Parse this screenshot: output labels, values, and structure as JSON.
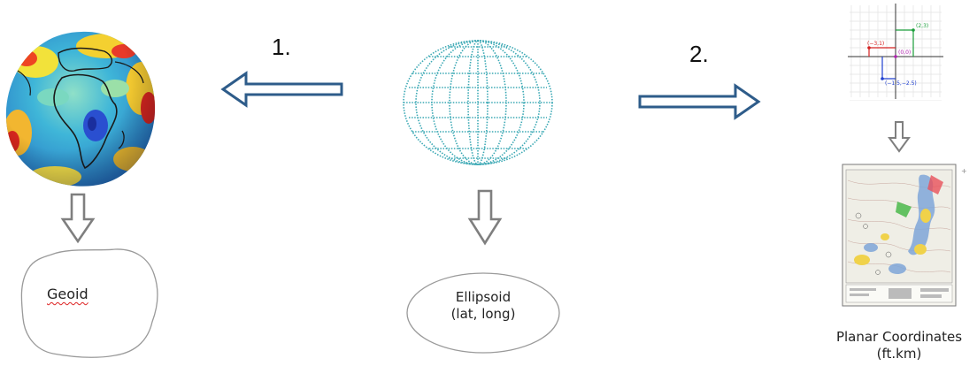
{
  "steps": {
    "step1": "1.",
    "step2": "2."
  },
  "geoid": {
    "label": "Geoid"
  },
  "ellipsoid": {
    "line1": "Ellipsoid",
    "line2": "(lat, long)"
  },
  "planar": {
    "line1": "Planar Coordinates",
    "line2": "(ft.km)"
  },
  "cartesian_plot": {
    "points": [
      {
        "label": "(2,3)",
        "x": 2,
        "y": 3,
        "color": "#1a9e3a"
      },
      {
        "label": "(−3,1)",
        "x": -3,
        "y": 1,
        "color": "#d42020"
      },
      {
        "label": "(0,0)",
        "x": 0,
        "y": 0,
        "color": "#b020b0"
      },
      {
        "label": "(−1.5,−2.5)",
        "x": -1.5,
        "y": -2.5,
        "color": "#2040d0"
      }
    ]
  },
  "colors": {
    "arrow_blue": "#2e5c8a",
    "arrow_gray": "#7f7f7f",
    "wireframe": "#3aa8b4",
    "outline_gray": "#b0b0b0"
  }
}
